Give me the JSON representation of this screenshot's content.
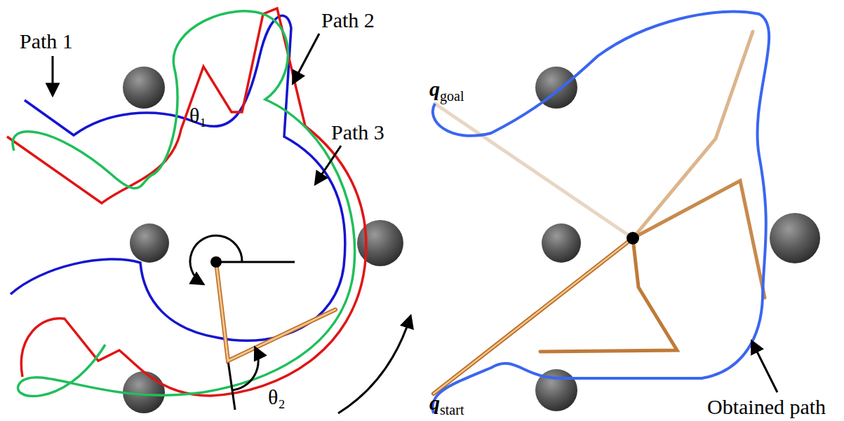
{
  "diagram": {
    "labels": [
      "Path 1",
      "Path 2",
      "Path 3",
      "θ₁",
      "θ₂",
      "qgoal",
      "qstart",
      "Obtained path"
    ]
  }
}
